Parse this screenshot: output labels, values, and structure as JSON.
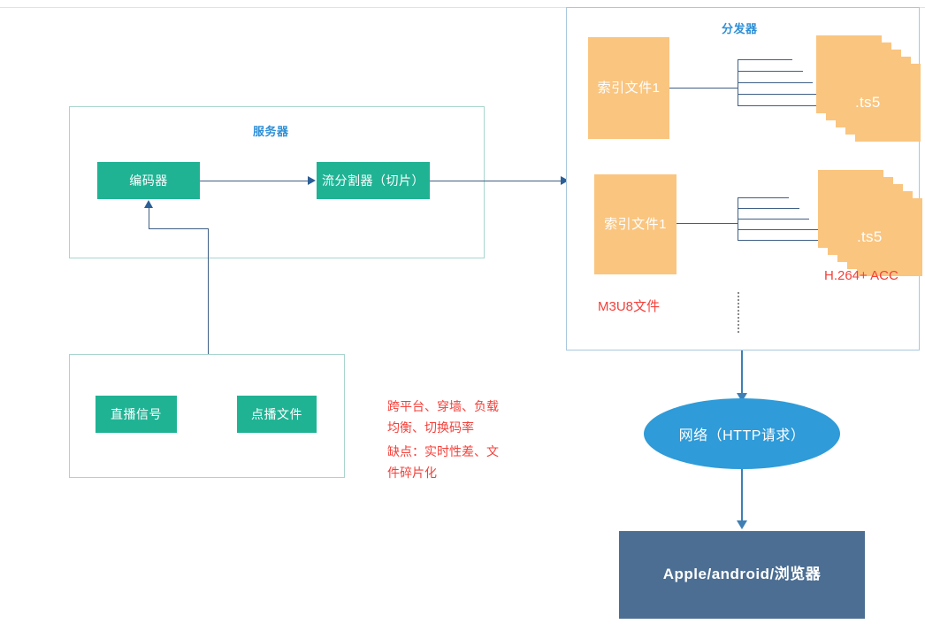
{
  "diagram": {
    "server_group": {
      "title": "服务器",
      "nodes": [
        {
          "id": "encoder",
          "label": "编码器"
        },
        {
          "id": "splitter",
          "label": "流分割器（切片）"
        }
      ]
    },
    "source_group": {
      "nodes": [
        {
          "id": "live-signal",
          "label": "直播信号"
        },
        {
          "id": "vod-file",
          "label": "点播文件"
        }
      ]
    },
    "distributor_group": {
      "title": "分发器",
      "rows": [
        {
          "index_label": "索引文件1",
          "stack_label": ".ts5"
        },
        {
          "index_label": "索引文件1",
          "stack_label": ".ts5"
        }
      ],
      "m3u8_label": "M3U8文件",
      "codec_label": "H.264+ ACC"
    },
    "network": {
      "label": "网络（HTTP请求）"
    },
    "clients": {
      "label": "Apple/android/浏览器"
    },
    "notes": {
      "advantages": "跨平台、穿墙、负载\n均衡、切换码率",
      "disadvantages": "缺点：实时性差、文\n件碎片化"
    }
  },
  "colors": {
    "green": "#1fb394",
    "orange": "#fac57f",
    "blue": "#2f9bd8",
    "slate": "#4c6e93",
    "title_blue": "#2e8fd6",
    "red": "#f4403a",
    "connector": "#3f5f85"
  }
}
